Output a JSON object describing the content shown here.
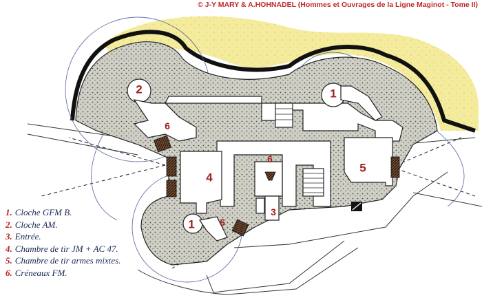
{
  "copyright": "© J-Y MARY & A.HOHNADEL (Hommes et Ouvrages de la Ligne Maginot - Tome II)",
  "legend": [
    {
      "num": "1.",
      "label": "Cloche GFM B."
    },
    {
      "num": "2.",
      "label": "Cloche AM."
    },
    {
      "num": "3.",
      "label": "Entrée."
    },
    {
      "num": "4.",
      "label": "Chambre de tir JM + AC 47."
    },
    {
      "num": "5.",
      "label": "Chambre de tir armes mixtes."
    },
    {
      "num": "6.",
      "label": "Créneaux FM."
    }
  ],
  "markers": {
    "cloche_gfm_east": "1",
    "cloche_gfm_southwest": "1",
    "cloche_am": "2",
    "entree": "3",
    "chambre_jm": "4",
    "chambre_mixtes": "5",
    "creneau_northwest": "6",
    "creneau_center": "6",
    "creneau_southwest": "6"
  },
  "colors": {
    "earth": "#f4ec9c",
    "concrete": "#cfcfc6",
    "room": "#ffffff",
    "marker_text": "#a0211e",
    "legend_number": "#b81d1d",
    "legend_text": "#1b2a55",
    "copyright_text": "#c0282a"
  }
}
